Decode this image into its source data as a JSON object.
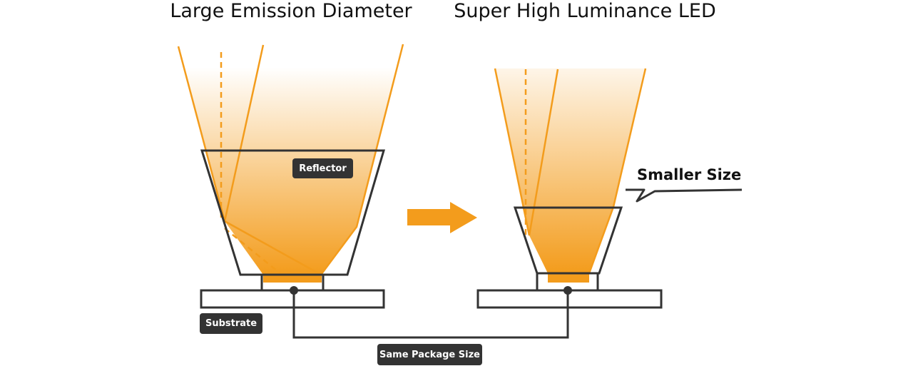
{
  "titles": {
    "left": "Large Emission Diameter",
    "right": "Super High Luminance LED"
  },
  "labels": {
    "reflector": "Reflector",
    "substrate": "Substrate",
    "same_package": "Same Package Size",
    "smaller_size": "Smaller Size"
  },
  "colors": {
    "orange": "#f39c1c",
    "outline": "#333333"
  }
}
